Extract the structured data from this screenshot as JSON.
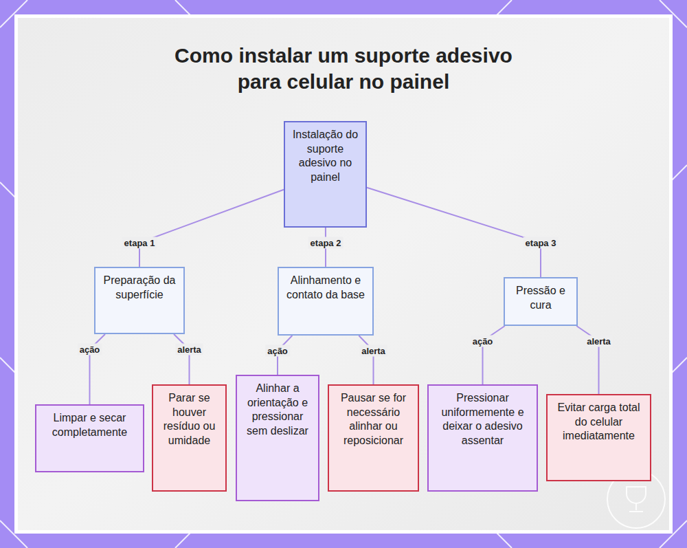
{
  "diagram": {
    "title": "Como instalar um suporte adesivo para celular no painel",
    "nodes": [
      {
        "text": [
          "Instalação do suporte adesivo no painel"
        ]
      },
      {
        "text": [
          "Preparação da superfície"
        ]
      },
      {
        "text": [
          "Alinhamento e contato da base"
        ]
      },
      {
        "text": [
          "Pressão e cura"
        ]
      },
      {
        "text": [
          "Limpar e secar completamente"
        ]
      },
      {
        "text": [
          "Parar se houver resíduo ou umidade"
        ]
      },
      {
        "text": [
          "Alinhar a orientação e pressionar sem deslizar"
        ]
      },
      {
        "text": [
          "Pausar se for necessário alinhar ou reposicionar"
        ]
      },
      {
        "text": [
          "Pressionar uniformemente e deixar o adesivo assentar"
        ]
      },
      {
        "text": [
          "Evitar carga total do celular imediatamente"
        ]
      }
    ],
    "edges": [
      {
        "from": 0,
        "to": 1,
        "arrow": "none",
        "label": "etapa 1"
      },
      {
        "from": 0,
        "to": 2,
        "arrow": "none",
        "label": "etapa 2"
      },
      {
        "from": 0,
        "to": 3,
        "arrow": "none",
        "label": "etapa 3"
      },
      {
        "from": 1,
        "to": 4,
        "arrow": "none",
        "label": "ação"
      },
      {
        "from": 1,
        "to": 5,
        "arrow": "none",
        "label": "alerta"
      },
      {
        "from": 2,
        "to": 6,
        "arrow": "none",
        "label": "ação"
      },
      {
        "from": 2,
        "to": 7,
        "arrow": "none",
        "label": "alerta"
      },
      {
        "from": 3,
        "to": 8,
        "arrow": "none",
        "label": "ação"
      },
      {
        "from": 3,
        "to": 9,
        "arrow": "none",
        "label": "alerta"
      }
    ]
  }
}
